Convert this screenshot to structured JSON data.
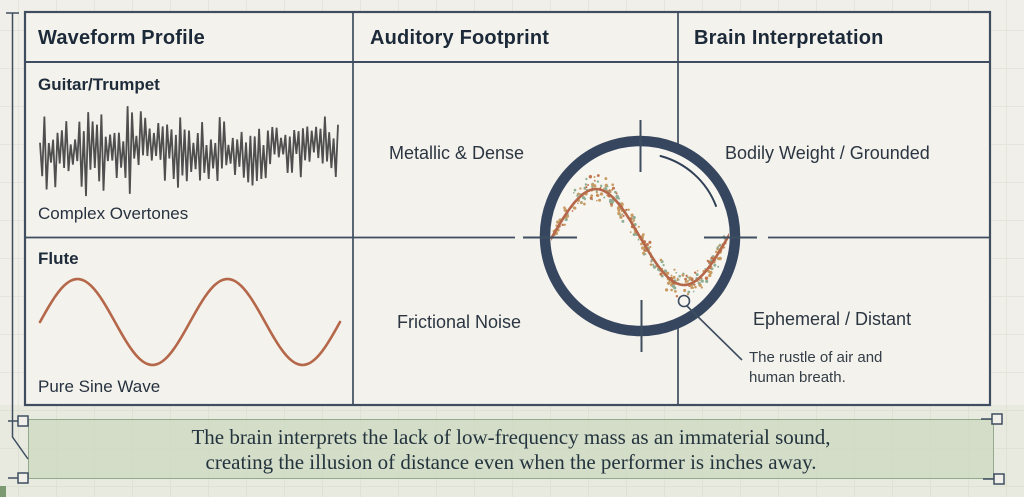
{
  "table": {
    "headers": [
      "Waveform Profile",
      "Auditory Footprint",
      "Brain Interpretation"
    ],
    "rows": [
      {
        "instrument": "Guitar/Trumpet",
        "waveform_type": "complex-noise",
        "waveform_caption": "Complex Overtones",
        "auditory": "Metallic & Dense",
        "interpretation": "Bodily Weight / Grounded"
      },
      {
        "instrument": "Flute",
        "waveform_type": "pure-sine",
        "waveform_caption": "Pure Sine Wave",
        "auditory": "Frictional Noise",
        "interpretation": "Ephemeral / Distant"
      }
    ]
  },
  "lens": {
    "annotation": "The rustle of air and human breath.",
    "depicts": "magnified sine wave surrounded by breath-noise particles"
  },
  "caption": {
    "line1": "The brain interprets the lack of low-frequency mass as an immaterial sound,",
    "line2": "creating the illusion of distance even when the performer is inches away."
  },
  "colors": {
    "line": "#3e4e60",
    "ring": "#36465f",
    "sine": "#b5674a",
    "noise_wave": "#4f4f4f",
    "dot_warm": "#c79a62",
    "dot_cool": "#8fae94",
    "dot_rust": "#c0764f",
    "caption_bg": "#d7e1d0",
    "table_bg": "#f4f2ec",
    "lens_fill": "#f7f5f0"
  }
}
